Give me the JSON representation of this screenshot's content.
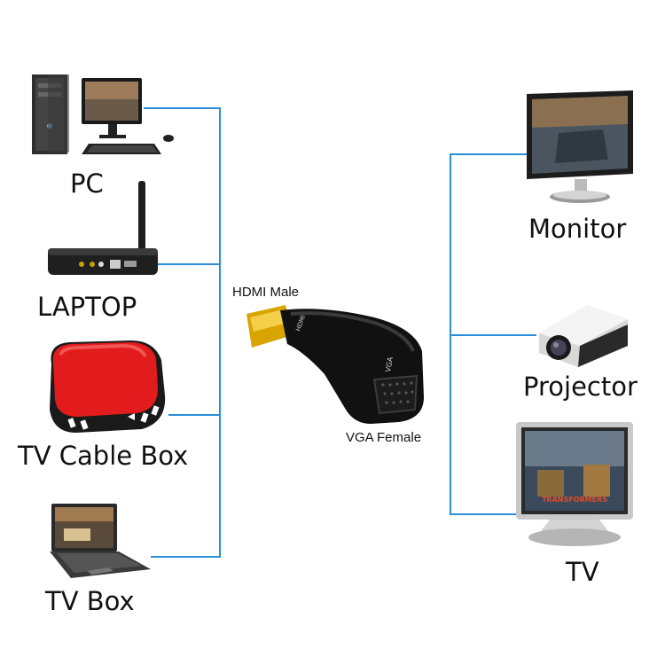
{
  "inputs": [
    {
      "label": "PC",
      "icon": "desktop-pc-icon"
    },
    {
      "label": "LAPTOP",
      "icon": "router-icon"
    },
    {
      "label": "TV Cable Box",
      "icon": "cable-box-icon"
    },
    {
      "label": "TV Box",
      "icon": "laptop-icon"
    }
  ],
  "outputs": [
    {
      "label": "Monitor",
      "icon": "monitor-icon"
    },
    {
      "label": "Projector",
      "icon": "projector-icon"
    },
    {
      "label": "TV",
      "icon": "tv-icon"
    }
  ],
  "adapter": {
    "hdmi_label": "HDMI Male",
    "vga_label": "VGA Female",
    "hdmi_plug_text": "HDMI",
    "vga_port_text": "VGA"
  },
  "tv_screen_text": "TRANSFORMERS",
  "colors": {
    "line": "#2a8fd8",
    "adapter": "#111111",
    "hdmi_gold": "#d9a400",
    "cable_box_red": "#e21c1c"
  }
}
